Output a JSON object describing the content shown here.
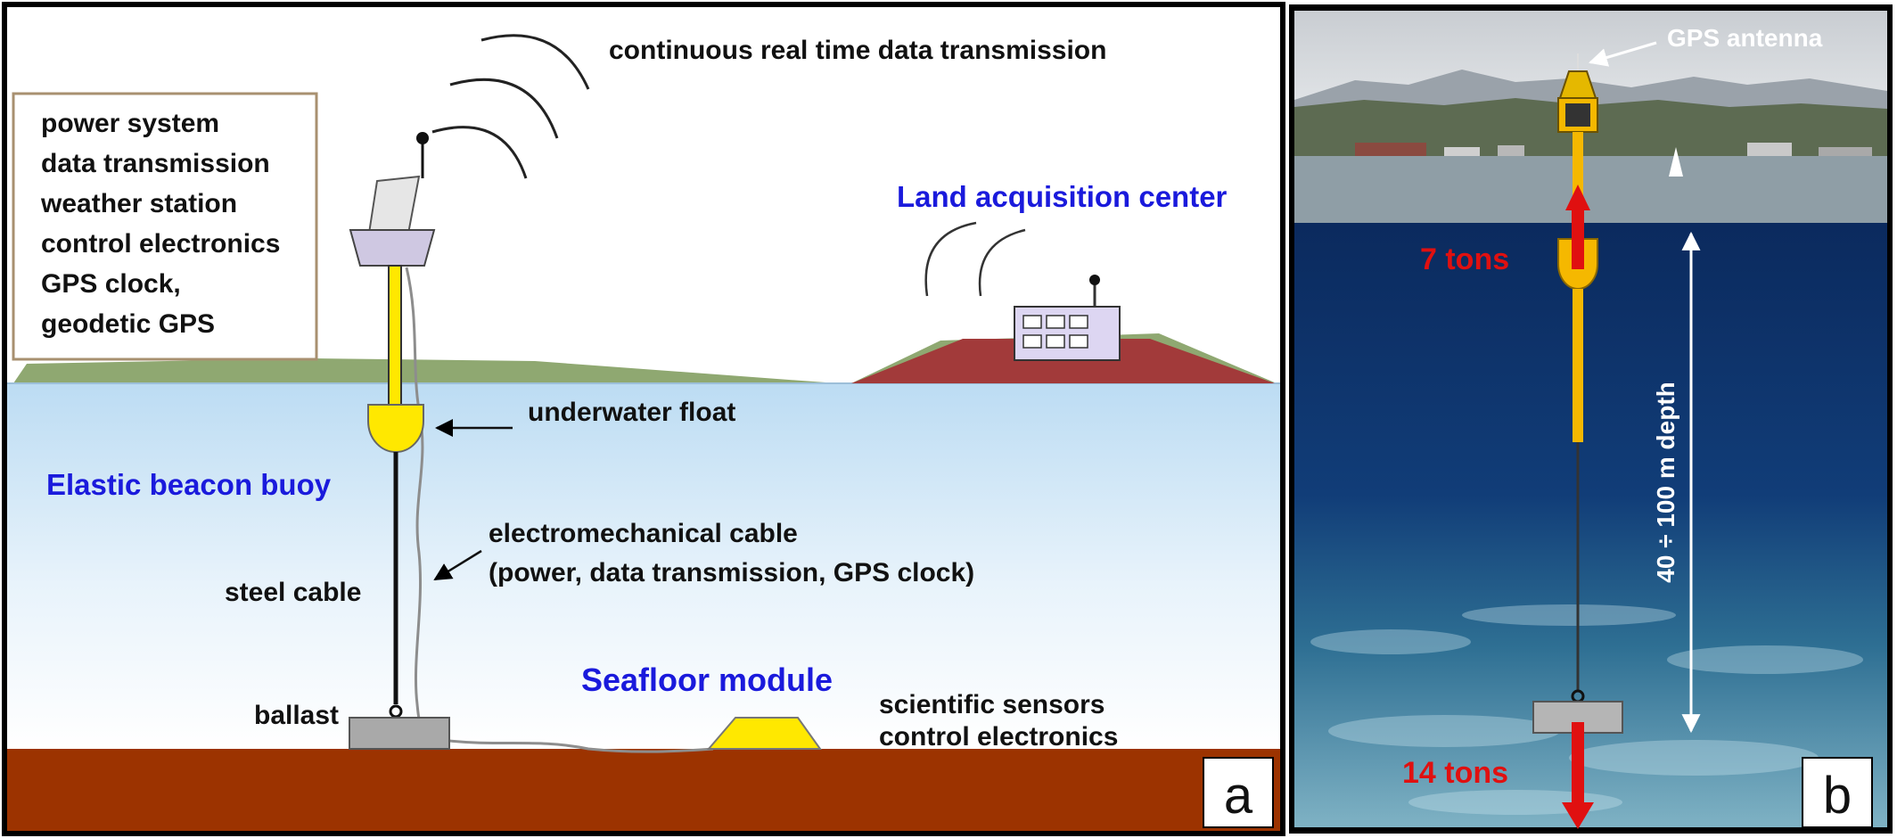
{
  "panel_a": {
    "transmission_label": "continuous real time data transmission",
    "buoy_features": [
      "power system",
      "data transmission",
      "weather station",
      "control electronics",
      "GPS clock,",
      "geodetic GPS"
    ],
    "land_center_label": "Land acquisition center",
    "underwater_float_label": "underwater float",
    "buoy_label": "Elastic beacon buoy",
    "em_cable_label_1": "electromechanical cable",
    "em_cable_label_2": "(power, data transmission, GPS clock)",
    "steel_cable_label": "steel cable",
    "ballast_label": "ballast",
    "seafloor_module_label": "Seafloor module",
    "sensors_label_1": "scientific sensors",
    "sensors_label_2": "control electronics",
    "panel_letter": "a",
    "colors": {
      "sky": "#ffffff",
      "sea": "#cfe6f7",
      "seabed": "#9c3300",
      "hill": "#8fa871",
      "land_center": "#a23a3a",
      "float": "#ffe800",
      "title_blue": "#1a1adc"
    }
  },
  "panel_b": {
    "gps_antenna_label": "GPS antenna",
    "top_force_label": "7 tons",
    "bottom_force_label": "14 tons",
    "depth_label": "40 ÷ 100 m depth",
    "panel_letter": "b",
    "colors": {
      "force_arrow": "#e01010",
      "buoy": "#f5b800",
      "water_deep": "#0c2f66"
    }
  }
}
